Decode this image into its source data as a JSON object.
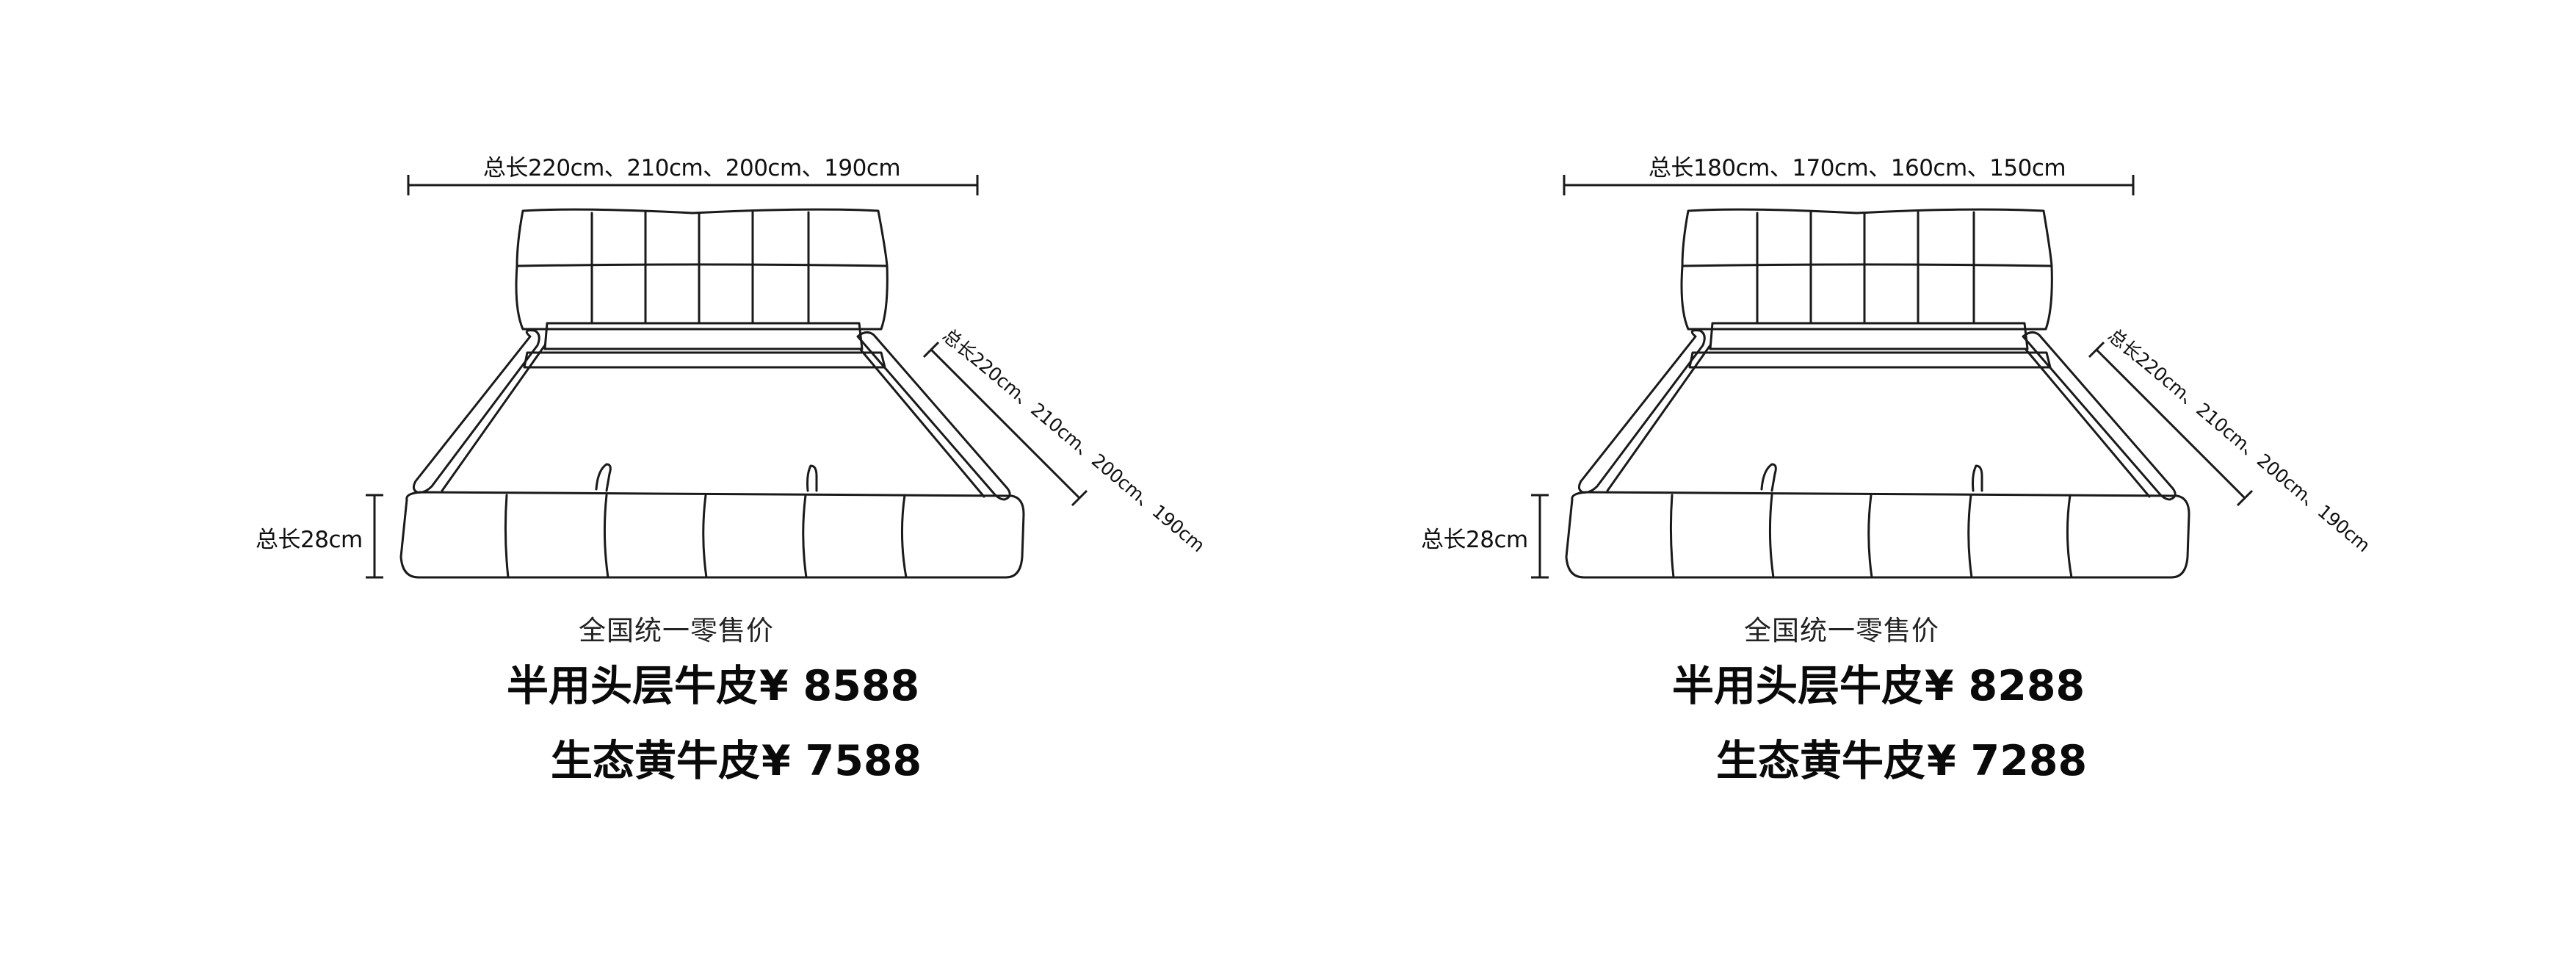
{
  "panels": [
    {
      "id": "left",
      "top_dimension": "总长220cm、210cm、200cm、190cm",
      "diagonal_dimension": "总长220cm、210cm、200cm、190cm",
      "height_dimension": "总长28cm",
      "price_title": "全国统一零售价",
      "prices": [
        {
          "label": "半用头层牛皮",
          "currency": "¥",
          "amount": "8588"
        },
        {
          "label": "生态黄牛皮",
          "currency": "¥",
          "amount": "7588"
        }
      ]
    },
    {
      "id": "right",
      "top_dimension": "总长180cm、170cm、160cm、150cm",
      "diagonal_dimension": "总长220cm、210cm、200cm、190cm",
      "height_dimension": "总长28cm",
      "price_title": "全国统一零售价",
      "prices": [
        {
          "label": "半用头层牛皮",
          "currency": "¥",
          "amount": "8288"
        },
        {
          "label": "生态黄牛皮",
          "currency": "¥",
          "amount": "7288"
        }
      ]
    }
  ],
  "icons": [
    "bed-line-drawing-icon"
  ]
}
